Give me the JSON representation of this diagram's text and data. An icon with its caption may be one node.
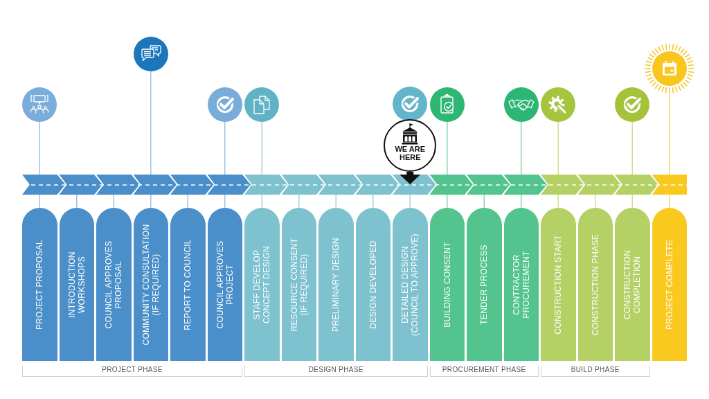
{
  "diagram": {
    "nodes": [
      {
        "text": [],
        "shape": "circle"
      },
      {
        "text": [],
        "shape": "circle"
      },
      {
        "text": [],
        "shape": "circle"
      },
      {
        "text": [],
        "shape": "circle"
      },
      {
        "text": [],
        "shape": "circle"
      },
      {
        "text": [],
        "shape": "circle"
      },
      {
        "text": [],
        "shape": "circle"
      },
      {
        "text": [],
        "shape": "circle"
      },
      {
        "text": [],
        "shape": "circle"
      },
      {
        "text": [],
        "shape": "circle"
      },
      {
        "text": [
          "WE ARE HERE"
        ]
      },
      {
        "text": [],
        "shape": "bar"
      },
      {
        "text": [
          "PROJECT PROPOSAL"
        ]
      },
      {
        "text": [
          "INTRODUCTION WORKSHOPS"
        ]
      },
      {
        "text": [
          "COUNCIL APPROVES PROPOSAL"
        ]
      },
      {
        "text": [
          "COMMUNITY CONSULTATION (IF REQUIRED)"
        ]
      },
      {
        "text": [
          "REPORT TO COUNCIL"
        ]
      },
      {
        "text": [
          "COUNCIL APPROVES PROJECT"
        ]
      },
      {
        "text": [
          "STAFF DEVELOP CONCEPT DESIGN"
        ]
      },
      {
        "text": [
          "RESOURCE CONSENT (IF REQUIRED)"
        ]
      },
      {
        "text": [
          "PRELIMINARY DESIGN"
        ]
      },
      {
        "text": [
          "DESIGN DEVELOPED"
        ]
      },
      {
        "text": [
          "DETAILED DESIGN (COUNCIL TO APPROVE)"
        ]
      },
      {
        "text": [
          "BUILDING CONSENT"
        ]
      },
      {
        "text": [
          "TENDER PROCESS"
        ]
      },
      {
        "text": [
          "CONTRACTOR PROCUREMENT"
        ]
      },
      {
        "text": [
          "CONSTRUCTION START"
        ]
      },
      {
        "text": [
          "CONSTRUCTION PHASE"
        ]
      },
      {
        "text": [
          "CONSTRUCTION COMPLETION"
        ]
      },
      {
        "text": [
          "PROJECT COMPLETE"
        ]
      }
    ],
    "edges": [
      {
        "from": 0,
        "to": 11,
        "arrow": "none"
      },
      {
        "from": 1,
        "to": 11,
        "arrow": "none"
      },
      {
        "from": 2,
        "to": 11,
        "arrow": "none"
      },
      {
        "from": 3,
        "to": 11,
        "arrow": "none",
        "color": "#a3d2dc"
      },
      {
        "from": 5,
        "to": 11,
        "arrow": "none",
        "color": "#84d4ac"
      },
      {
        "from": 6,
        "to": 11,
        "arrow": "none",
        "color": "#84d4ac"
      },
      {
        "from": 7,
        "to": 11,
        "arrow": "none",
        "color": "#cfe08f"
      },
      {
        "from": 8,
        "to": 11,
        "arrow": "none",
        "color": "#cfe08f"
      },
      {
        "from": 9,
        "to": 11,
        "arrow": "none",
        "color": "#f8d768"
      },
      {
        "from": 10,
        "to": 11,
        "arrow": "to",
        "style": "thick",
        "color": "#111111"
      },
      {
        "from": 11,
        "to": 12,
        "arrow": "none"
      },
      {
        "from": 11,
        "to": 13,
        "arrow": "none"
      },
      {
        "from": 11,
        "to": 14,
        "arrow": "none"
      },
      {
        "from": 11,
        "to": 15,
        "arrow": "none"
      },
      {
        "from": 11,
        "to": 16,
        "arrow": "none"
      },
      {
        "from": 11,
        "to": 17,
        "arrow": "none"
      },
      {
        "from": 11,
        "to": 18,
        "arrow": "none",
        "color": "#a3d2dc"
      },
      {
        "from": 11,
        "to": 19,
        "arrow": "none",
        "color": "#a3d2dc"
      },
      {
        "from": 11,
        "to": 20,
        "arrow": "none",
        "color": "#a3d2dc"
      },
      {
        "from": 11,
        "to": 21,
        "arrow": "none",
        "color": "#a3d2dc"
      },
      {
        "from": 11,
        "to": 22,
        "arrow": "none",
        "color": "#a3d2dc"
      },
      {
        "from": 11,
        "to": 23,
        "arrow": "none",
        "color": "#84d4ac"
      },
      {
        "from": 11,
        "to": 24,
        "arrow": "none",
        "color": "#84d4ac"
      },
      {
        "from": 11,
        "to": 25,
        "arrow": "none",
        "color": "#84d4ac"
      },
      {
        "from": 11,
        "to": 26,
        "arrow": "none",
        "color": "#cfe08f"
      },
      {
        "from": 11,
        "to": 27,
        "arrow": "none",
        "color": "#cfe08f"
      },
      {
        "from": 11,
        "to": 28,
        "arrow": "none",
        "color": "#cfe08f"
      },
      {
        "from": 11,
        "to": 29,
        "arrow": "none",
        "color": "#f8d768"
      }
    ],
    "labels": [
      "PROJECT PHASE",
      "DESIGN PHASE",
      "PROCUREMENT PHASE",
      "BUILD PHASE"
    ]
  }
}
